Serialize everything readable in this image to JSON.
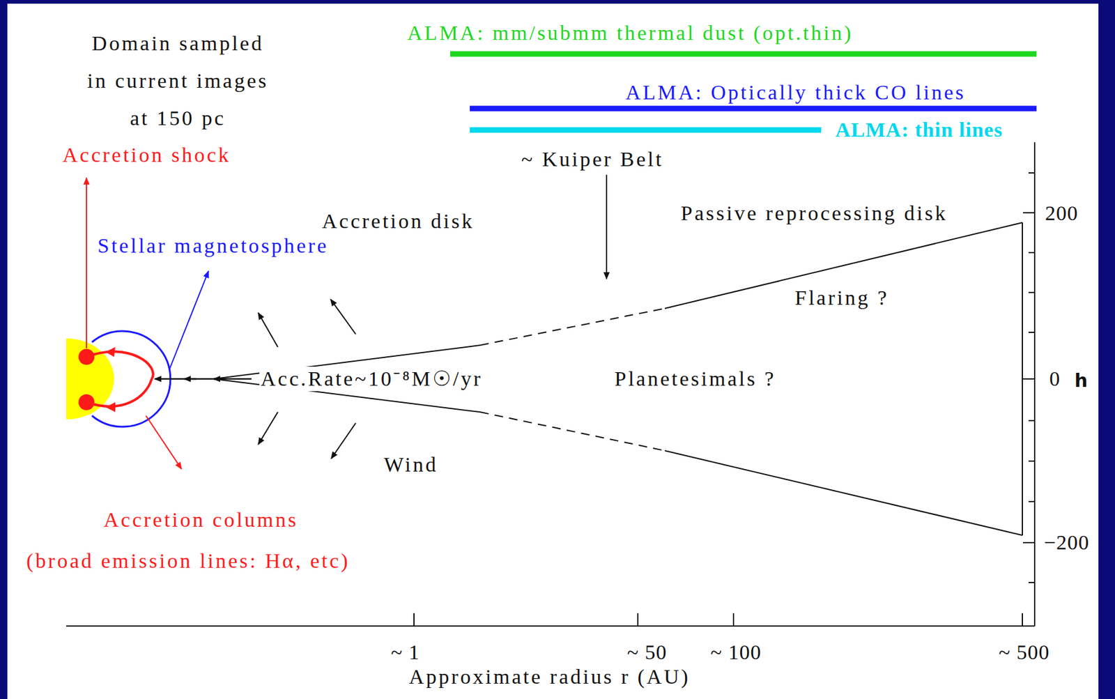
{
  "diagram": {
    "labels": [
      "Domain sampled in current images at 150 pc",
      "ALMA: mm/submm thermal dust (opt.thin)",
      "ALMA: Optically thick CO lines",
      "ALMA: thin lines",
      "Accretion shock",
      "~ Kuiper Belt",
      "Accretion disk",
      "Passive reprocessing disk",
      "Stellar magnetosphere",
      "200",
      "Flaring ?",
      "Acc.Rate~10⁻⁸M☉/yr",
      "Planetesimals ?",
      "0",
      "h",
      "Wind",
      "−200",
      "Accretion columns",
      "(broad emission lines: Hα, etc)",
      "~ 1",
      "~ 50",
      "~ 100",
      "~ 500",
      "Approximate radius r (AU)"
    ]
  }
}
